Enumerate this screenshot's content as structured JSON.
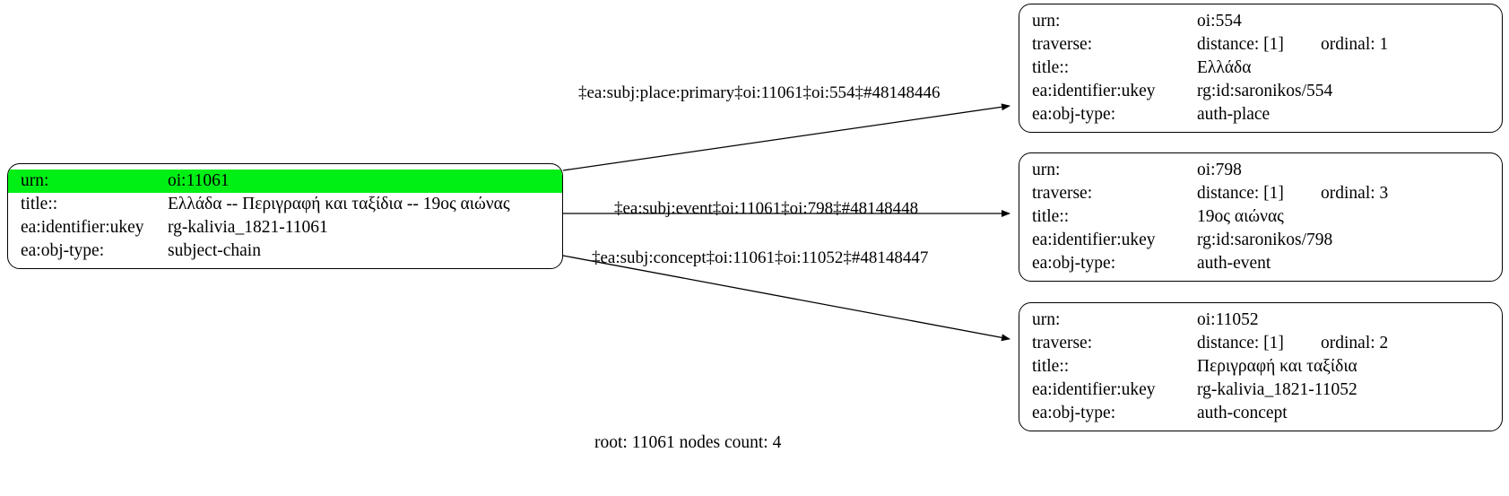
{
  "graph": {
    "footer": "root: 11061 nodes count: 4",
    "highlight_color": "#00f015",
    "root_node": {
      "rows": [
        {
          "key": "urn:",
          "value": "oi:11061",
          "highlight": true
        },
        {
          "key": "title::",
          "value": "Ελλάδα -- Περιγραφή και ταξίδια -- 19ος αιώνας",
          "highlight": false
        },
        {
          "key": "ea:identifier:ukey",
          "value": "rg-kalivia_1821-11061",
          "highlight": false
        },
        {
          "key": "ea:obj-type:",
          "value": "subject-chain",
          "highlight": false
        }
      ]
    },
    "target_nodes": [
      {
        "rows": [
          {
            "key": "urn:",
            "value": "oi:554"
          },
          {
            "key": "traverse:",
            "value": "distance: [1]",
            "value2": "ordinal: 1"
          },
          {
            "key": "title::",
            "value": "Ελλάδα"
          },
          {
            "key": "ea:identifier:ukey",
            "value": "rg:id:saronikos/554"
          },
          {
            "key": "ea:obj-type:",
            "value": "auth-place"
          }
        ]
      },
      {
        "rows": [
          {
            "key": "urn:",
            "value": "oi:798"
          },
          {
            "key": "traverse:",
            "value": "distance: [1]",
            "value2": "ordinal: 3"
          },
          {
            "key": "title::",
            "value": "19ος αιώνας"
          },
          {
            "key": "ea:identifier:ukey",
            "value": "rg:id:saronikos/798"
          },
          {
            "key": "ea:obj-type:",
            "value": "auth-event"
          }
        ]
      },
      {
        "rows": [
          {
            "key": "urn:",
            "value": "oi:11052"
          },
          {
            "key": "traverse:",
            "value": "distance: [1]",
            "value2": "ordinal: 2"
          },
          {
            "key": "title::",
            "value": "Περιγραφή και ταξίδια"
          },
          {
            "key": "ea:identifier:ukey",
            "value": "rg-kalivia_1821-11052"
          },
          {
            "key": "ea:obj-type:",
            "value": "auth-concept"
          }
        ]
      }
    ],
    "edges": [
      {
        "label": "‡ea:subj:place:primary‡oi:11061‡oi:554‡#48148446"
      },
      {
        "label": "‡ea:subj:event‡oi:11061‡oi:798‡#48148448"
      },
      {
        "label": "‡ea:subj:concept‡oi:11061‡oi:11052‡#48148447"
      }
    ]
  }
}
